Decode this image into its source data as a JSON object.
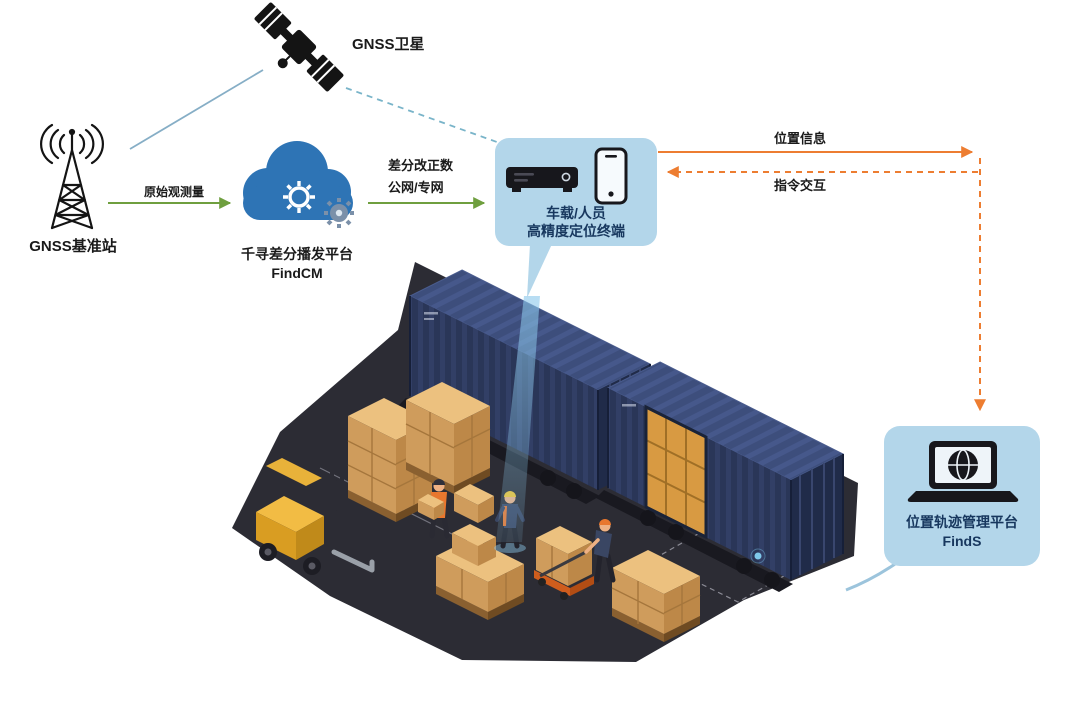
{
  "diagram": {
    "satellite": {
      "label": "GNSS卫星"
    },
    "base_station": {
      "label": "GNSS基准站"
    },
    "findcm": {
      "title": "千寻差分播发平台",
      "subtitle": "FindCM"
    },
    "terminal": {
      "line1": "车载/人员",
      "line2": "高精度定位终端"
    },
    "finds": {
      "title": "位置轨迹管理平台",
      "subtitle": "FindS"
    },
    "flows": {
      "raw_observation": "原始观测量",
      "correction_line1": "差分改正数",
      "correction_line2": "公网/专网",
      "position_info": "位置信息",
      "command_exchange": "指令交互"
    },
    "colors": {
      "bubble_blue": "#b3d6ea",
      "navy_text": "#17375e",
      "arrow_green": "#6f9f3f",
      "arrow_orange": "#ed7d31",
      "link_blue": "#7fb2cc",
      "cloud_blue": "#2e74b5",
      "platform_dark": "#2c2c34",
      "container_navy": "#2a3658",
      "carton_tan": "#cf9c5c",
      "forklift_yellow": "#f2bc44"
    },
    "icons": [
      "satellite-icon",
      "antenna-tower-icon",
      "cloud-icon",
      "gear-icon",
      "receiver-box-icon",
      "smartphone-icon",
      "laptop-globe-icon",
      "warehouse-scene"
    ]
  }
}
